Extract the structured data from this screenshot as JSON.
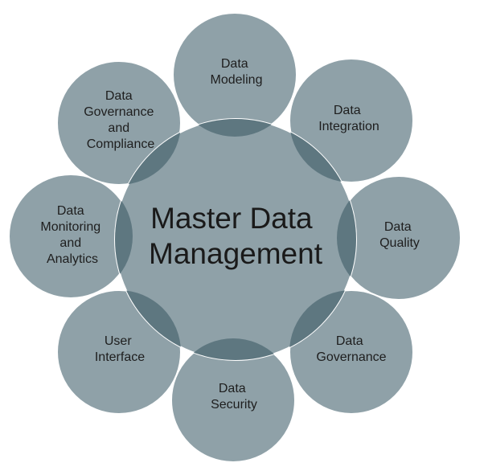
{
  "diagram": {
    "center": {
      "lines": [
        "Master Data",
        "Management"
      ]
    },
    "nodes": [
      {
        "id": "data-modeling",
        "lines": [
          "Data",
          "Modeling"
        ]
      },
      {
        "id": "data-integration",
        "lines": [
          "Data",
          "Integration"
        ]
      },
      {
        "id": "data-quality",
        "lines": [
          "Data",
          "Quality"
        ]
      },
      {
        "id": "data-governance",
        "lines": [
          "Data",
          "Governance"
        ]
      },
      {
        "id": "data-security",
        "lines": [
          "Data",
          "Security"
        ]
      },
      {
        "id": "user-interface",
        "lines": [
          "User",
          "Interface"
        ]
      },
      {
        "id": "data-monitoring-analytics",
        "lines": [
          "Data",
          "Monitoring",
          "and",
          "Analytics"
        ]
      },
      {
        "id": "data-governance-compliance",
        "lines": [
          "Data",
          "Governance",
          "and",
          "Compliance"
        ]
      }
    ],
    "colors": {
      "circle_fill": "#8fa1a8",
      "circle_stroke": "#ffffff",
      "overlap_fill": "#5e7780",
      "text": "#1e1e1e"
    }
  }
}
